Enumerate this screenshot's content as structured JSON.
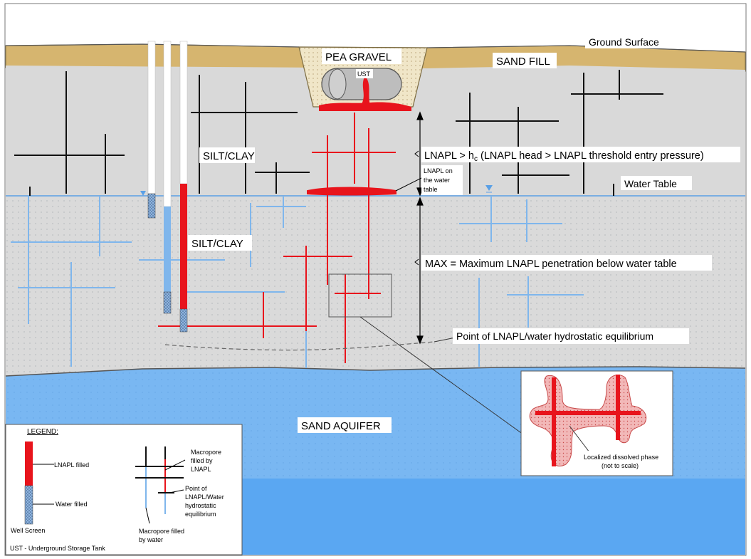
{
  "labels": {
    "ground_surface": "Ground Surface",
    "pea_gravel": "PEA GRAVEL",
    "sand_fill": "SAND FILL",
    "ust": "UST",
    "silt_clay_upper": "SILT/CLAY",
    "silt_clay_lower": "SILT/CLAY",
    "water_table": "Water Table",
    "lnapl_on_water_1": "LNAPL on",
    "lnapl_on_water_2": "the water",
    "lnapl_on_water_3": "table",
    "hc_main": "LNAPL > h",
    "hc_sub": "c",
    "hc_rest": " (LNAPL head > LNAPL threshold entry pressure)",
    "max_label": "MAX = Maximum LNAPL penetration below water table",
    "equilibrium": "Point of LNAPL/water hydrostatic equilibrium",
    "sand_aquifer": "SAND AQUIFER",
    "dissolved_1": "Localized dissolved phase",
    "dissolved_2": "(not to scale)"
  },
  "legend": {
    "title": "LEGEND:",
    "lnapl_filled": "LNAPL filled",
    "water_filled": "Water filled",
    "well_screen": "Well Screen",
    "macro_lnapl_1": "Macropore",
    "macro_lnapl_2": "filled by",
    "macro_lnapl_3": "LNAPL",
    "point_1": "Point of",
    "point_2": "LNAPL/Water",
    "point_3": "hydrostatic",
    "point_4": "equilibrium",
    "macro_water_1": "Macropore filled",
    "macro_water_2": "by water",
    "ust_def": "UST - Underground Storage Tank"
  },
  "colors": {
    "lnapl": "#e8141c",
    "water": "#7fb6ec",
    "sand_fill": "#d6b56f",
    "silt_clay": "#d9d9d9",
    "aquifer": "#79b7f2",
    "aquifer_deep": "#5aa7f2"
  }
}
